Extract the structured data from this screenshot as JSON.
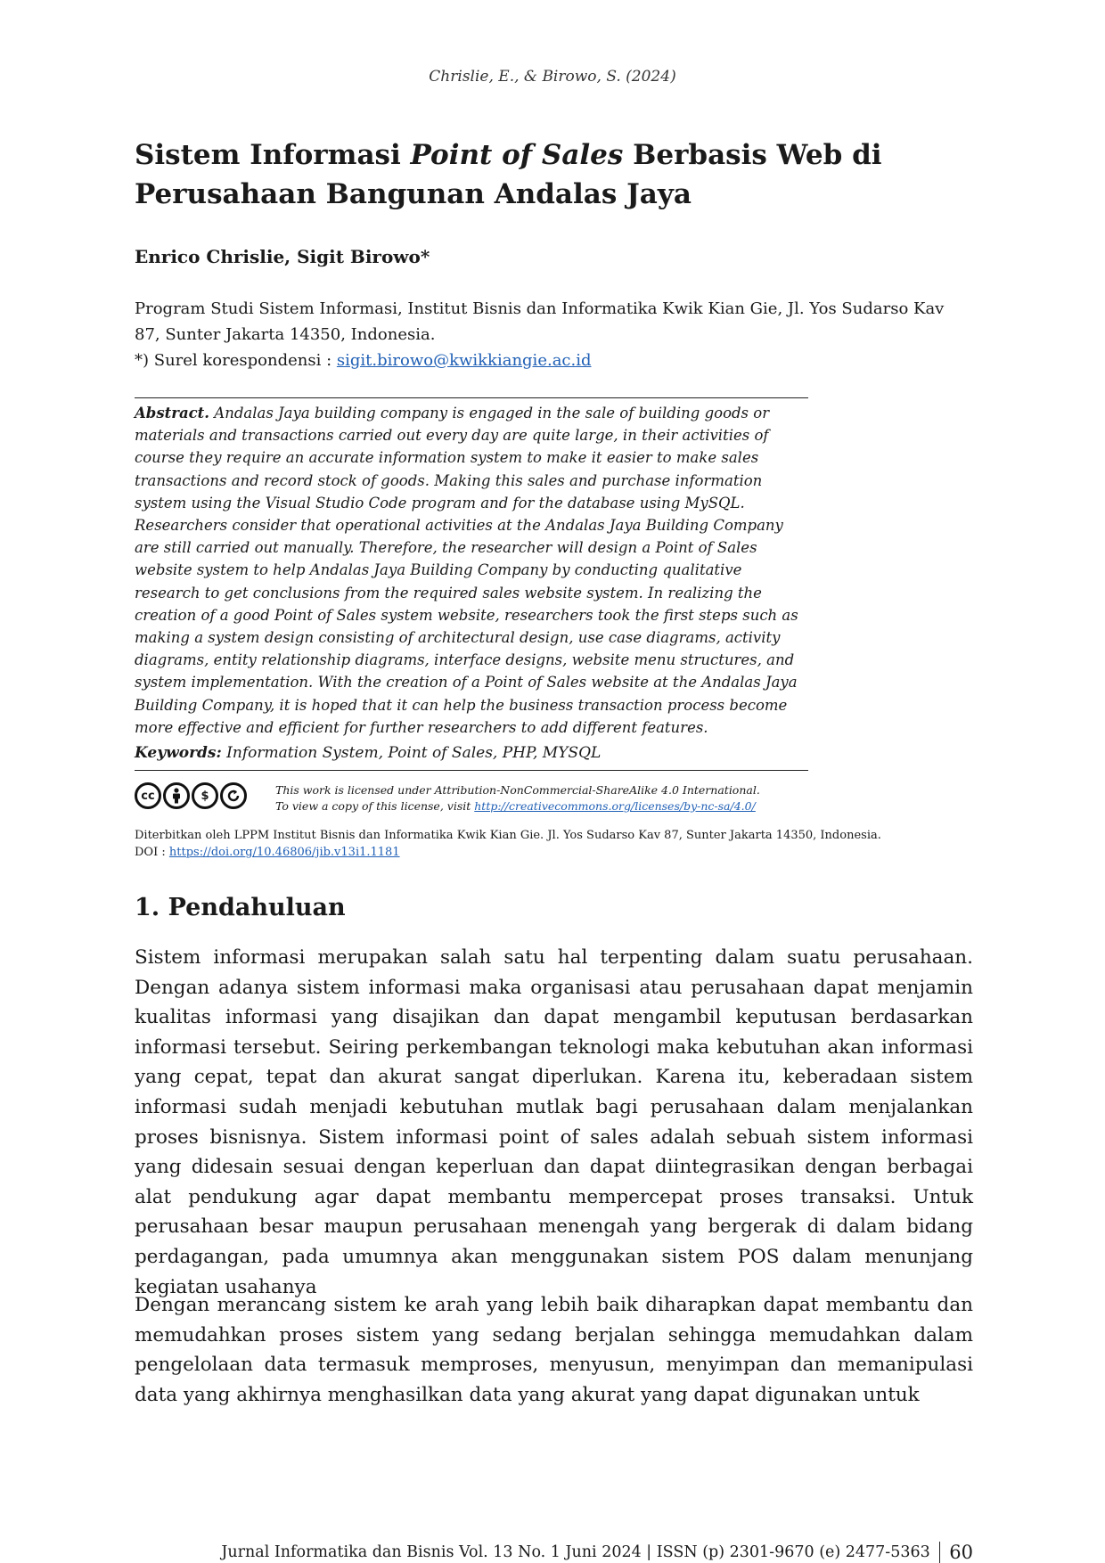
{
  "running_head": "Chrislie, E., & Birowo, S. (2024)",
  "title": {
    "part1": "Sistem Informasi ",
    "italic": "Point of Sales",
    "part2": " Berbasis Web di Perusahaan Bangunan Andalas Jaya"
  },
  "authors": "Enrico Chrislie, Sigit Birowo*",
  "affiliation": {
    "line": "Program Studi Sistem Informasi, Institut Bisnis dan Informatika Kwik Kian Gie, Jl. Yos Sudarso Kav 87, Sunter Jakarta 14350, Indonesia.",
    "corr_label": "*) Surel korespondensi : ",
    "email": "sigit.birowo@kwikkiangie.ac.id"
  },
  "abstract": {
    "label": "Abstract.",
    "text": " Andalas Jaya building company is engaged in the sale of building goods or materials and transactions carried out every day are quite large, in their activities of course they require an accurate information system to make it easier to make sales transactions and record stock of goods. Making this sales and purchase information system using the Visual Studio Code program and for the database using MySQL. Researchers consider that operational activities at the Andalas Jaya Building Company are still carried out manually. Therefore, the researcher will design a Point of Sales website system to help Andalas Jaya Building Company by conducting qualitative research to get conclusions from the required sales website system. In realizing the creation of a good Point of Sales system website, researchers took the first steps such as making a system design consisting of architectural design, use case diagrams, activity diagrams, entity relationship diagrams, interface designs, website menu structures, and system implementation. With the creation of a Point of Sales website at the Andalas Jaya Building Company, it is hoped that it can help the business transaction process become more effective and efficient for further researchers to add different features."
  },
  "keywords": {
    "label": "Keywords:",
    "text": " Information System, Point of Sales, PHP, MYSQL"
  },
  "license": {
    "icons": [
      "cc-icon",
      "by-icon",
      "nc-icon",
      "sa-icon"
    ],
    "line1": "This work is licensed under Attribution-NonCommercial-ShareAlike 4.0 International.",
    "line2_prefix": "To view a copy of this license, visit ",
    "url": "http://creativecommons.org/licenses/by-nc-sa/4.0/"
  },
  "publisher": {
    "line": "Diterbitkan oleh LPPM Institut Bisnis dan Informatika Kwik Kian Gie. Jl. Yos Sudarso Kav 87, Sunter Jakarta 14350, Indonesia.",
    "doi_label": "DOI : ",
    "doi_url": "https://doi.org/10.46806/jib.v13i1.1181"
  },
  "section": {
    "heading": "1. Pendahuluan",
    "paragraphs": [
      "Sistem informasi merupakan salah satu hal terpenting dalam suatu perusahaan. Dengan adanya sistem informasi maka organisasi atau perusahaan dapat menjamin kualitas informasi yang disajikan dan dapat mengambil keputusan berdasarkan informasi tersebut. Seiring perkembangan teknologi maka kebutuhan akan informasi yang cepat, tepat dan akurat sangat diperlukan. Karena itu, keberadaan sistem informasi sudah menjadi kebutuhan mutlak bagi perusahaan dalam menjalankan proses bisnisnya. Sistem informasi point of sales adalah sebuah sistem informasi yang didesain sesuai dengan keperluan dan dapat diintegrasikan dengan berbagai alat pendukung agar dapat membantu mempercepat proses transaksi. Untuk perusahaan besar maupun perusahaan menengah yang bergerak di dalam bidang perdagangan, pada umumnya akan menggunakan sistem POS dalam menunjang kegiatan usahanya",
      "Dengan merancang sistem ke arah yang lebih baik diharapkan dapat membantu dan memudahkan proses sistem yang sedang berjalan sehingga memudahkan dalam pengelolaan data termasuk memproses, menyusun, menyimpan dan memanipulasi data yang akhirnya menghasilkan data yang akurat yang dapat digunakan untuk"
    ]
  },
  "footer": {
    "journal": "Jurnal Informatika dan Bisnis Vol. 13 No. 1 Juni 2024 | ISSN (p) 2301-9670 (e) 2477-5363",
    "page_number": "60"
  }
}
